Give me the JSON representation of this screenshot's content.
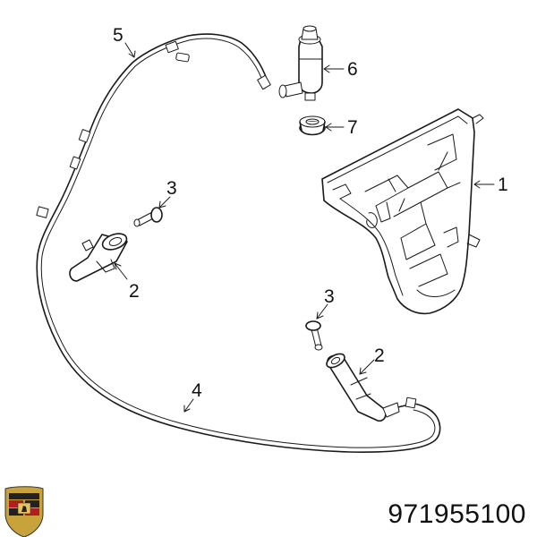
{
  "diagram": {
    "callouts": [
      {
        "id": "callout-5",
        "text": "5"
      },
      {
        "id": "callout-6",
        "text": "6"
      },
      {
        "id": "callout-7",
        "text": "7"
      },
      {
        "id": "callout-1",
        "text": "1"
      },
      {
        "id": "callout-3a",
        "text": "3"
      },
      {
        "id": "callout-2a",
        "text": "2"
      },
      {
        "id": "callout-3b",
        "text": "3"
      },
      {
        "id": "callout-2b",
        "text": "2"
      },
      {
        "id": "callout-4",
        "text": "4"
      }
    ],
    "part_number": "971955100",
    "brand_logo": "porsche-crest-icon"
  }
}
